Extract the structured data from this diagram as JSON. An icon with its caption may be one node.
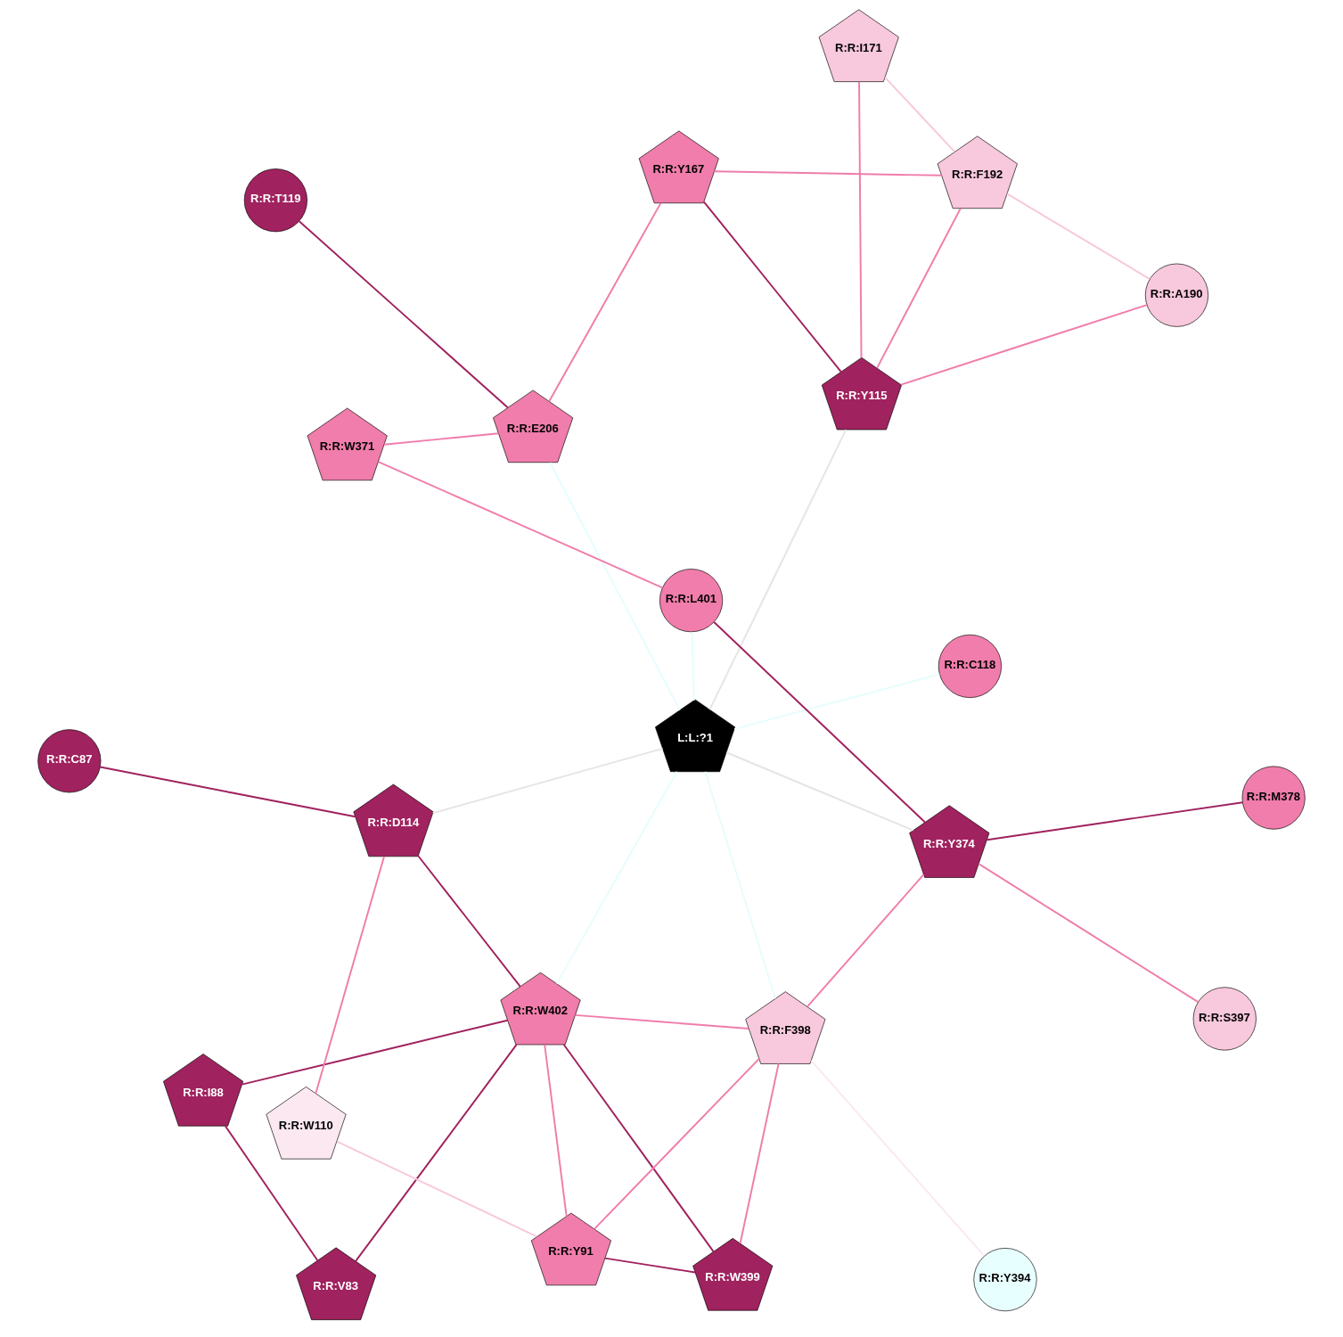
{
  "diagram": {
    "nodes": [
      {
        "text": [
          "R:R:V83"
        ]
      },
      {
        "text": [
          "R:R:W399"
        ]
      },
      {
        "text": [
          "R:R:C87"
        ]
      },
      {
        "text": [
          "R:R:I88"
        ]
      },
      {
        "text": [
          "R:R:Y394"
        ]
      },
      {
        "text": [
          "R:R:D114"
        ]
      },
      {
        "text": [
          "R:R:W402"
        ]
      },
      {
        "text": [
          "R:R:Y115"
        ]
      },
      {
        "text": [
          "R:R:Y91"
        ]
      },
      {
        "text": [
          "R:R:S397"
        ]
      },
      {
        "text": [
          "L:L:?1"
        ]
      },
      {
        "text": [
          "R:R:L401"
        ]
      },
      {
        "text": [
          "R:R:C118"
        ]
      },
      {
        "text": [
          "R:R:M378"
        ]
      },
      {
        "text": [
          "R:R:W110"
        ]
      },
      {
        "text": [
          "R:R:F398"
        ]
      },
      {
        "text": [
          "R:R:E206"
        ]
      },
      {
        "text": [
          "R:R:W371"
        ]
      },
      {
        "text": [
          "R:R:Y167"
        ]
      },
      {
        "text": [
          "R:R:Y374"
        ]
      },
      {
        "text": [
          "R:R:T119"
        ]
      },
      {
        "text": [
          "R:R:I171"
        ]
      },
      {
        "text": [
          "R:R:F192"
        ]
      },
      {
        "text": [
          "R:R:A190"
        ]
      }
    ],
    "edges": [
      {
        "from": 0,
        "to": 3,
        "arrow": "none",
        "color": "#a0225e"
      },
      {
        "from": 0,
        "to": 6,
        "arrow": "none",
        "color": "#a0225e"
      },
      {
        "from": 2,
        "to": 5,
        "arrow": "none",
        "color": "#a0225e"
      },
      {
        "from": 1,
        "to": 6,
        "arrow": "none",
        "color": "#a0225e"
      },
      {
        "from": 1,
        "to": 8,
        "arrow": "none",
        "color": "#a0225e"
      },
      {
        "from": 1,
        "to": 15,
        "arrow": "none"
      },
      {
        "from": 3,
        "to": 6,
        "arrow": "none",
        "color": "#a0225e"
      },
      {
        "from": 5,
        "to": 6,
        "arrow": "none",
        "color": "#a0225e"
      },
      {
        "from": 5,
        "to": 10,
        "arrow": "none",
        "color": "#e5e5e5"
      },
      {
        "from": 5,
        "to": 14,
        "arrow": "none"
      },
      {
        "from": 6,
        "to": 8,
        "arrow": "none"
      },
      {
        "from": 6,
        "to": 15,
        "arrow": "none"
      },
      {
        "from": 6,
        "to": 10,
        "arrow": "none",
        "color": "#e6fdfd"
      },
      {
        "from": 7,
        "to": 10,
        "arrow": "none",
        "color": "#e5e5e5"
      },
      {
        "from": 7,
        "to": 18,
        "arrow": "none",
        "color": "#a0225e"
      },
      {
        "from": 7,
        "to": 22,
        "arrow": "none"
      },
      {
        "from": 7,
        "to": 23,
        "arrow": "none"
      },
      {
        "from": 7,
        "to": 21,
        "arrow": "none"
      },
      {
        "from": 8,
        "to": 14,
        "arrow": "none",
        "color": "#f8c8dc"
      },
      {
        "from": 8,
        "to": 15,
        "arrow": "none"
      },
      {
        "from": 4,
        "to": 15,
        "arrow": "none",
        "color": "#fbe8f0"
      },
      {
        "from": 9,
        "to": 19,
        "arrow": "none"
      },
      {
        "from": 11,
        "to": 10,
        "arrow": "none",
        "color": "#e6fdfd"
      },
      {
        "from": 10,
        "to": 12,
        "arrow": "none",
        "color": "#e6fdfd"
      },
      {
        "from": 10,
        "to": 15,
        "arrow": "none",
        "color": "#e6fdfd"
      },
      {
        "from": 10,
        "to": 16,
        "arrow": "none",
        "color": "#e6fdfd"
      },
      {
        "from": 10,
        "to": 19,
        "arrow": "none",
        "color": "#e5e5e5"
      },
      {
        "from": 11,
        "to": 19,
        "arrow": "none",
        "color": "#a0225e"
      },
      {
        "from": 11,
        "to": 17,
        "arrow": "none"
      },
      {
        "from": 13,
        "to": 19,
        "arrow": "none",
        "color": "#a0225e"
      },
      {
        "from": 15,
        "to": 19,
        "arrow": "none"
      },
      {
        "from": 17,
        "to": 16,
        "arrow": "none"
      },
      {
        "from": 20,
        "to": 16,
        "arrow": "none",
        "color": "#a0225e"
      },
      {
        "from": 16,
        "to": 18,
        "arrow": "none"
      },
      {
        "from": 18,
        "to": 22,
        "arrow": "none"
      },
      {
        "from": 22,
        "to": 23,
        "arrow": "none",
        "color": "#f8c8dc"
      },
      {
        "from": 22,
        "to": 21,
        "arrow": "none",
        "color": "#f8c8dc"
      }
    ]
  }
}
